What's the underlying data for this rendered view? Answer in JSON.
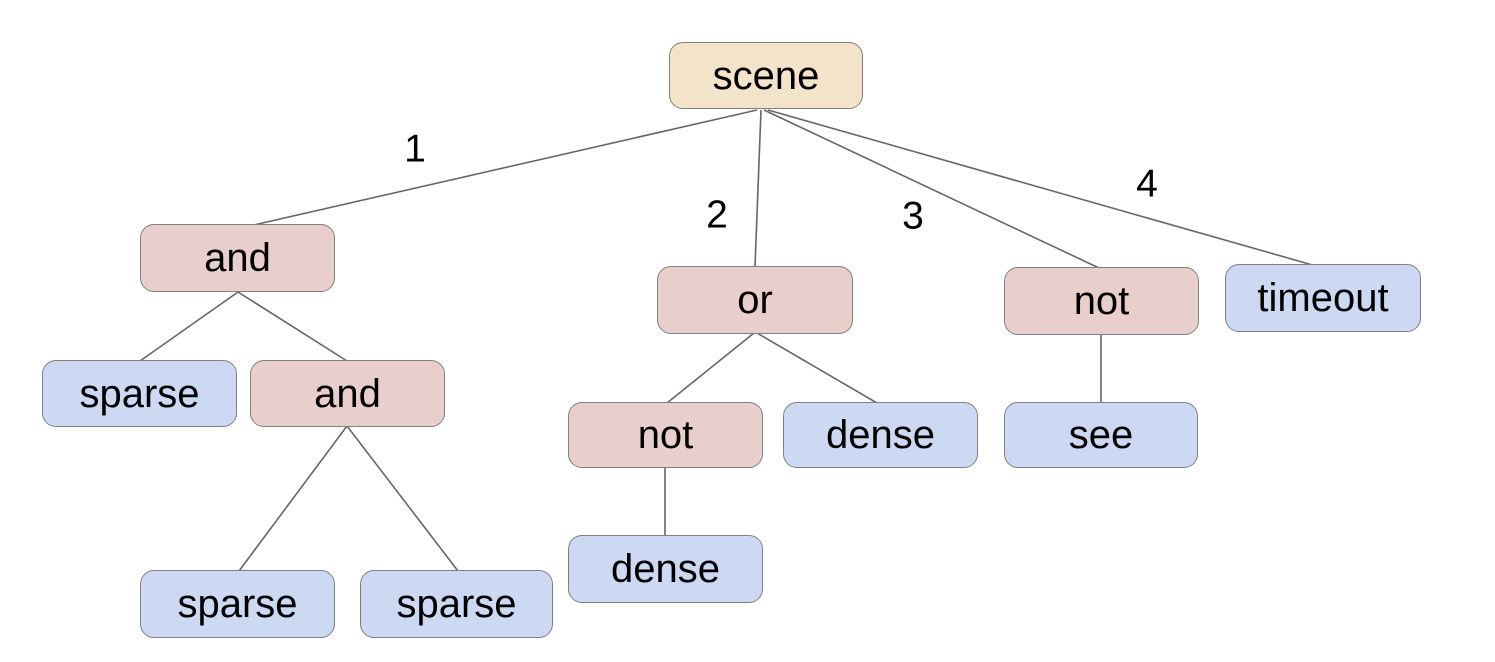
{
  "diagram": {
    "type": "tree",
    "colors": {
      "background": "#ffffff",
      "root_fill": "#f3e3ca",
      "operator_fill": "#e9cfcb",
      "leaf_fill": "#cdd9f2",
      "node_border": "#808080",
      "edge_line": "#666666",
      "label_text": "#000000"
    },
    "nodes": [
      {
        "id": "scene",
        "label": "scene",
        "type": "root"
      },
      {
        "id": "and-1",
        "label": "and",
        "type": "operator"
      },
      {
        "id": "or-1",
        "label": "or",
        "type": "operator"
      },
      {
        "id": "not-1",
        "label": "not",
        "type": "operator"
      },
      {
        "id": "timeout-1",
        "label": "timeout",
        "type": "leaf"
      },
      {
        "id": "sparse-1",
        "label": "sparse",
        "type": "leaf"
      },
      {
        "id": "and-2",
        "label": "and",
        "type": "operator"
      },
      {
        "id": "not-2",
        "label": "not",
        "type": "operator"
      },
      {
        "id": "dense-1",
        "label": "dense",
        "type": "leaf"
      },
      {
        "id": "see-1",
        "label": "see",
        "type": "leaf"
      },
      {
        "id": "sparse-2",
        "label": "sparse",
        "type": "leaf"
      },
      {
        "id": "sparse-3",
        "label": "sparse",
        "type": "leaf"
      },
      {
        "id": "dense-2",
        "label": "dense",
        "type": "leaf"
      }
    ],
    "edges": [
      {
        "from": "scene",
        "to": "and-1",
        "label": "1"
      },
      {
        "from": "scene",
        "to": "or-1",
        "label": "2"
      },
      {
        "from": "scene",
        "to": "not-1",
        "label": "3"
      },
      {
        "from": "scene",
        "to": "timeout-1",
        "label": "4"
      },
      {
        "from": "and-1",
        "to": "sparse-1",
        "label": ""
      },
      {
        "from": "and-1",
        "to": "and-2",
        "label": ""
      },
      {
        "from": "and-2",
        "to": "sparse-2",
        "label": ""
      },
      {
        "from": "and-2",
        "to": "sparse-3",
        "label": ""
      },
      {
        "from": "or-1",
        "to": "not-2",
        "label": ""
      },
      {
        "from": "or-1",
        "to": "dense-1",
        "label": ""
      },
      {
        "from": "not-2",
        "to": "dense-2",
        "label": ""
      },
      {
        "from": "not-1",
        "to": "see-1",
        "label": ""
      }
    ]
  }
}
